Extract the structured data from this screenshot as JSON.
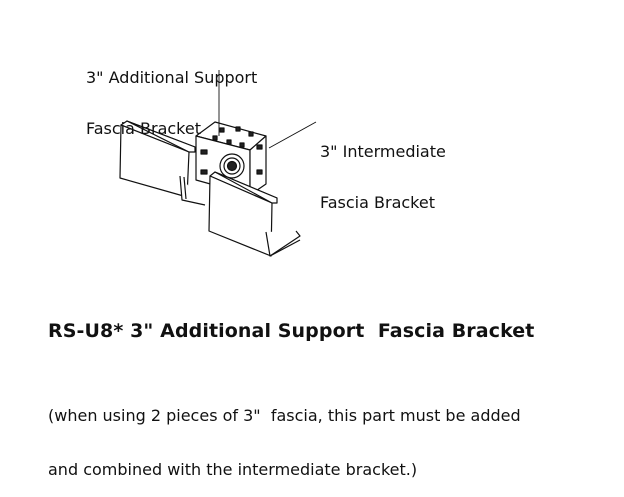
{
  "callouts": {
    "support_line1": "3\" Additional Support",
    "support_line2": "Fascia Bracket",
    "intermediate_line1": "3\" Intermediate",
    "intermediate_line2": "Fascia Bracket"
  },
  "title": "RS-U8* 3\" Additional Support  Fascia Bracket",
  "note": {
    "line1": "(when using 2 pieces of 3\"  fascia, this part must be added",
    "line2": "and combined with the intermediate bracket.)"
  }
}
